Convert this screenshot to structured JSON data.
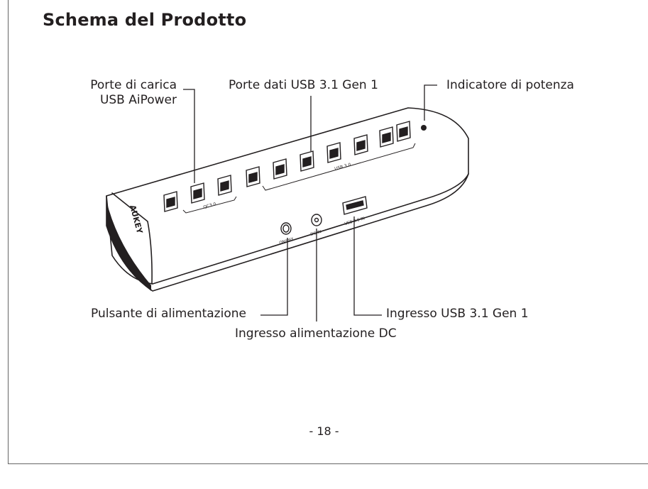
{
  "page": {
    "title": "Schema del Prodotto",
    "page_number": "- 18 -"
  },
  "labels": {
    "charging_ports_line1": "Porte di carica",
    "charging_ports_line2": "USB AiPower",
    "data_ports": "Porte dati USB 3.1 Gen 1",
    "power_indicator": "Indicatore di potenza",
    "power_button": "Pulsante di alimentazione",
    "dc_input": "Ingresso alimentazione DC",
    "usb_input": "Ingresso USB 3.1 Gen 1"
  },
  "device": {
    "brand": "AUKEY",
    "port_group_small": "QC3.0",
    "port_group_data": "USB 3.0",
    "on_off": "ON/OFF",
    "dc_in": "DC IN",
    "usb_in": "USB 3.0 IN"
  }
}
